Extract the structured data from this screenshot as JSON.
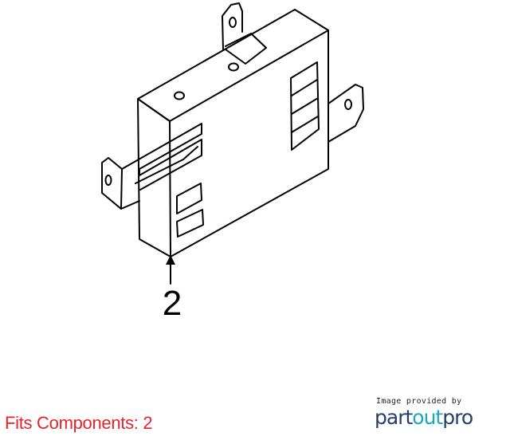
{
  "diagram": {
    "callout_number": "2"
  },
  "caption": {
    "fits_text": "Fits Components: 2"
  },
  "credit": {
    "provided_by": "Image provided by",
    "brand_part": "part",
    "brand_out": "out",
    "brand_pro": "pro"
  },
  "colors": {
    "line": "#000000",
    "caption": "#e8232a",
    "brand_dark": "#243e6b",
    "brand_teal": "#1aa9b9"
  }
}
